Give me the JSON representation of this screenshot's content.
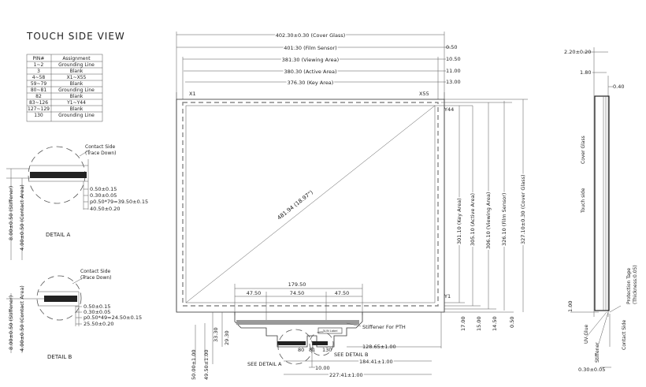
{
  "title": "TOUCH SIDE VIEW",
  "pin_table": {
    "headers": [
      "PIN#",
      "Assignment"
    ],
    "rows": [
      [
        "1~2",
        "Grounding Line"
      ],
      [
        "3",
        "Blank"
      ],
      [
        "4~58",
        "X1~X55"
      ],
      [
        "59~79",
        "Blank"
      ],
      [
        "80~81",
        "Grounding Line"
      ],
      [
        "82",
        "Blank"
      ],
      [
        "83~126",
        "Y1~Y44"
      ],
      [
        "127~129",
        "Blank"
      ],
      [
        "130",
        "Grounding Line"
      ]
    ]
  },
  "detail_a": {
    "label": "DETAIL A",
    "contact_side": "Contact Side",
    "trace_down": "(Trace Down)",
    "dims": [
      "0.50±0.15",
      "0.30±0.05",
      "p0.50*79=39.50±0.15",
      "40.50±0.20"
    ],
    "vert_stiffener": "8.00±0.50 (Stiffener)",
    "vert_contact": "4.00±0.50 (Contact Area)"
  },
  "detail_b": {
    "label": "DETAIL B",
    "contact_side": "Contact Side",
    "trace_down": "(Trace Down)",
    "dims": [
      "0.50±0.15",
      "0.30±0.05",
      "p0.50*49=24.50±0.15",
      "25.50±0.20"
    ],
    "vert_stiffener": "8.00±0.50 (Stiffener)",
    "vert_contact": "4.00±0.50 (Contact Area)"
  },
  "main": {
    "top_dims": [
      "402.30±0.30 (Cover Glass)",
      "401.30 (Film Sensor)",
      "381.30 (Viewing Area)",
      "380.30 (Active Area)",
      "376.30 (Key Area)"
    ],
    "right_offsets": [
      "0.50",
      "10.50",
      "11.00",
      "13.00"
    ],
    "corner_labels": {
      "x1": "X1",
      "x55": "X55",
      "y44": "Y44",
      "y1": "Y1"
    },
    "diagonal": "481.94 (18.97\")",
    "vert_dims": [
      "301.10 (Key Area)",
      "305.10 (Active Area)",
      "306.10 (Viewing Area)",
      "326.10 (Film Sensor)",
      "327.10±0.30 (Cover Glass)"
    ],
    "bottom_offsets": [
      "17.00",
      "15.00",
      "14.50",
      "0.50"
    ],
    "tail_dims": [
      "179.50",
      "47.50",
      "74.50",
      "47.50"
    ],
    "stiffener_label": "Stiffener For PTH",
    "tail_tag": "3L/N Label",
    "left_dims": [
      "33.30",
      "29.30"
    ],
    "bottom_left_dims": [
      "50.00±1.00",
      "49.50±1.00"
    ],
    "small_dims": [
      "80",
      "81",
      "130",
      "10.00"
    ],
    "bottom_dims": [
      "128.65±1.00",
      "184.41±1.00",
      "227.41±1.00"
    ],
    "see_a": "SEE DETAIL A",
    "see_b": "SEE DETAIL B"
  },
  "side_view": {
    "top_dims": [
      "2.20±0.20",
      "1.80",
      "0.40"
    ],
    "labels": [
      "Cover Glass",
      "Touch side",
      "UV Glue",
      "Stiffener",
      "Contact Side"
    ],
    "protection": [
      "Protection Tape",
      "(Thickness:0.05)"
    ],
    "left_dim": "1.00",
    "bottom_dim": "0.30±0.05"
  }
}
